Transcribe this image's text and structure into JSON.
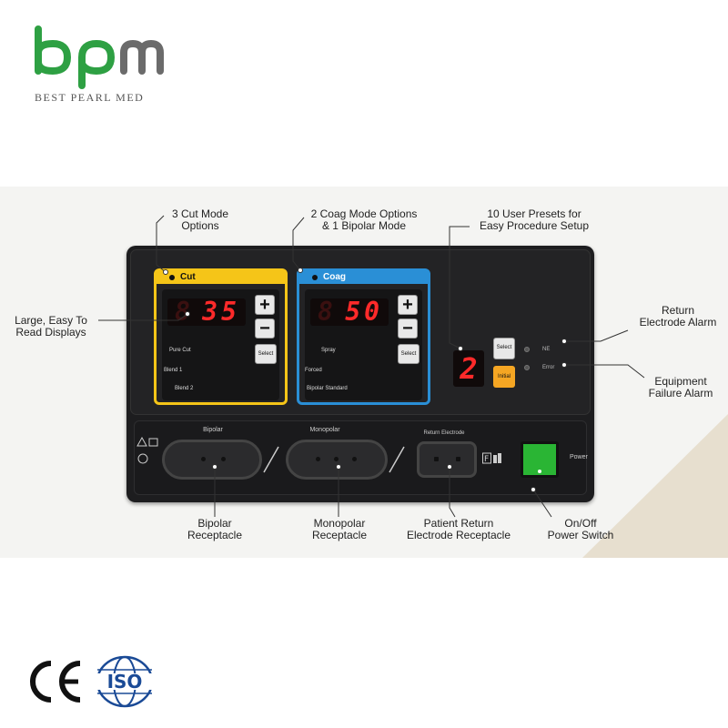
{
  "brand": {
    "logo_text": "bpm",
    "name": "BEST PEARL MED",
    "logo_color": "#2ea043",
    "logo_gray": "#6b6b6b"
  },
  "device": {
    "cut": {
      "title": "Cut",
      "display": "35",
      "modes": [
        "Pure Cut",
        "Blend 1",
        "Blend 2"
      ],
      "select": "Select",
      "plus": "+",
      "minus": "−",
      "color": "#f5c518"
    },
    "coag": {
      "title": "Coag",
      "display": "50",
      "modes": [
        "Spray",
        "Forced",
        "Bipolar Standard"
      ],
      "select": "Select",
      "plus": "+",
      "minus": "−",
      "color": "#2a8fd6"
    },
    "preset": {
      "display": "2",
      "select": "Select",
      "initial": "Initial"
    },
    "alarms": {
      "ne": "NE",
      "error": "Error"
    },
    "receptacles": {
      "bipolar": "Bipolar",
      "monopolar": "Monopolar",
      "return": "Return Electrode",
      "power": "Power"
    }
  },
  "callouts": {
    "cut_modes": [
      "3 Cut Mode",
      "Options"
    ],
    "coag_modes": [
      "2 Coag Mode Options",
      "& 1 Bipolar Mode"
    ],
    "presets": [
      "10 User Presets for",
      "Easy Procedure Setup"
    ],
    "displays": [
      "Large, Easy To",
      "Read Displays"
    ],
    "return_alarm": [
      "Return",
      "Electrode Alarm"
    ],
    "failure_alarm": [
      "Equipment",
      "Failure Alarm"
    ],
    "bipolar": [
      "Bipolar",
      "Receptacle"
    ],
    "monopolar": [
      "Monopolar",
      "Receptacle"
    ],
    "patient_return": [
      "Patient Return",
      "Electrode Receptacle"
    ],
    "power_switch": [
      "On/Off",
      "Power Switch"
    ]
  },
  "certs": {
    "ce": "CE",
    "iso": "ISO"
  }
}
